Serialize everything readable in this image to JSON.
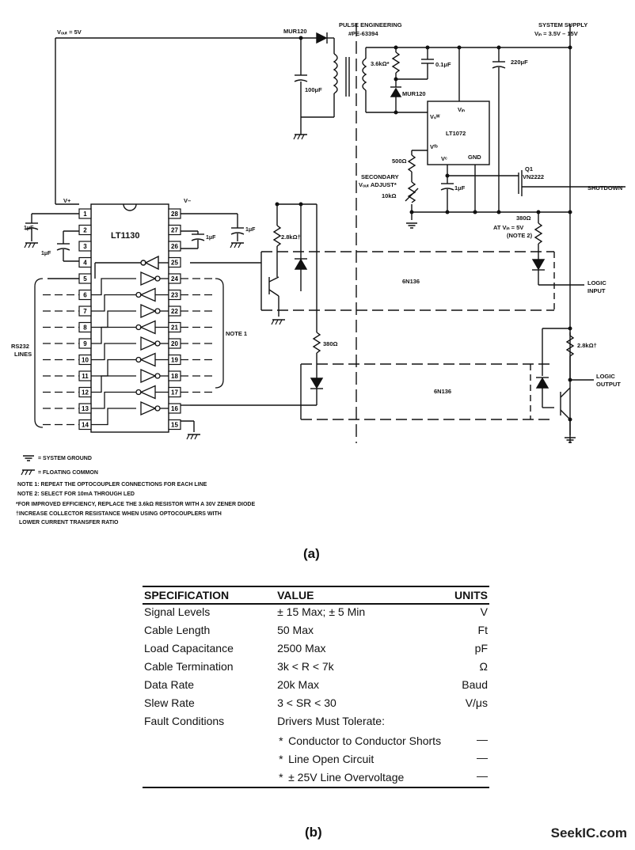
{
  "schematic": {
    "vout_label": "Vₒᵤₜ = 5V",
    "mur120_top": "MUR120",
    "pulse_eng": "PULSE ENGINEERING",
    "pulse_part": "#PE-63394",
    "system_supply": "SYSTEM SUPPLY",
    "vin_range": "Vᵢₙ = 3.5V – 15V",
    "cap_100": "100μF",
    "res_36k": "3.6kΩ*",
    "cap_01": "0.1μF",
    "cap_220": "220μF",
    "mur120_mid": "MUR120",
    "lt1072": "LT1072",
    "vin_pin": "Vᵢₙ",
    "vsw_pin": "Vₛᵂ",
    "vfb_pin": "Vᶠᵇ",
    "vc_pin": "Vᶜ",
    "gnd_pin": "GND",
    "res_500": "500Ω",
    "secondary1": "SECONDARY",
    "secondary2": "Vₒᵤₜ ADJUST*",
    "pot_10k": "10kΩ",
    "cap_1u_c": "1μF",
    "q1": "Q1",
    "vn2222": "VN2222",
    "shutdown": "SHUTDOWN",
    "res_380_r": "380Ω",
    "at_vin1": "AT Vᵢₙ = 5V",
    "at_vin2": "(NOTE 2)",
    "logic_input1": "LOGIC",
    "logic_input2": "INPUT",
    "opto_top": "6N136",
    "opto_bot": "6N136",
    "res_28k_l": "2.8kΩ†",
    "res_28k_r": "2.8kΩ†",
    "res_380_l": "380Ω",
    "logic_output1": "LOGIC",
    "logic_output2": "OUTPUT",
    "lt1130": "LT1130",
    "vplus": "V+",
    "vminus": "V–",
    "cap_1u": "1μF",
    "rs232_1": "RS232",
    "rs232_2": "LINES",
    "note1_tag": "NOTE 1",
    "pins_left": [
      "1",
      "2",
      "3",
      "4",
      "5",
      "6",
      "7",
      "8",
      "9",
      "10",
      "11",
      "12",
      "13",
      "14"
    ],
    "pins_right": [
      "28",
      "27",
      "26",
      "25",
      "24",
      "23",
      "22",
      "21",
      "20",
      "19",
      "18",
      "17",
      "16",
      "15"
    ]
  },
  "legend": {
    "system_ground": "= SYSTEM GROUND",
    "floating_common": "= FLOATING COMMON",
    "note1": "NOTE 1: REPEAT THE OPTOCOUPLER CONNECTIONS FOR EACH LINE",
    "note2": "NOTE 2: SELECT FOR 10mA THROUGH LED",
    "star": "*FOR IMPROVED EFFICIENCY, REPLACE THE 3.6kΩ RESISTOR WITH A 30V ZENER DIODE",
    "dagger1": "†INCREASE COLLECTOR RESISTANCE WHEN USING OPTOCOUPLERS WITH",
    "dagger2": "LOWER CURRENT TRANSFER RATIO"
  },
  "caption_a": "(a)",
  "caption_b": "(b)",
  "watermark": "SeekIC.com",
  "table": {
    "headers": [
      "SPECIFICATION",
      "VALUE",
      "UNITS"
    ],
    "rows": [
      {
        "spec": "Signal Levels",
        "value": "± 15 Max; ± 5 Min",
        "unit": "V"
      },
      {
        "spec": "Cable Length",
        "value": "50 Max",
        "unit": "Ft"
      },
      {
        "spec": "Load Capacitance",
        "value": "2500 Max",
        "unit": "pF"
      },
      {
        "spec": "Cable Termination",
        "value": "3k < R < 7k",
        "unit": "Ω"
      },
      {
        "spec": "Data Rate",
        "value": "20k Max",
        "unit": "Baud"
      },
      {
        "spec": "Slew Rate",
        "value": "3 < SR < 30",
        "unit": "V/μs"
      }
    ],
    "fault": {
      "spec": "Fault Conditions",
      "lead": "Drivers Must Tolerate:",
      "items": [
        {
          "text": "Conductor to Conductor Shorts",
          "unit": "—"
        },
        {
          "text": "Line Open Circuit",
          "unit": "—"
        },
        {
          "text": "± 25V Line Overvoltage",
          "unit": "—"
        }
      ]
    }
  }
}
